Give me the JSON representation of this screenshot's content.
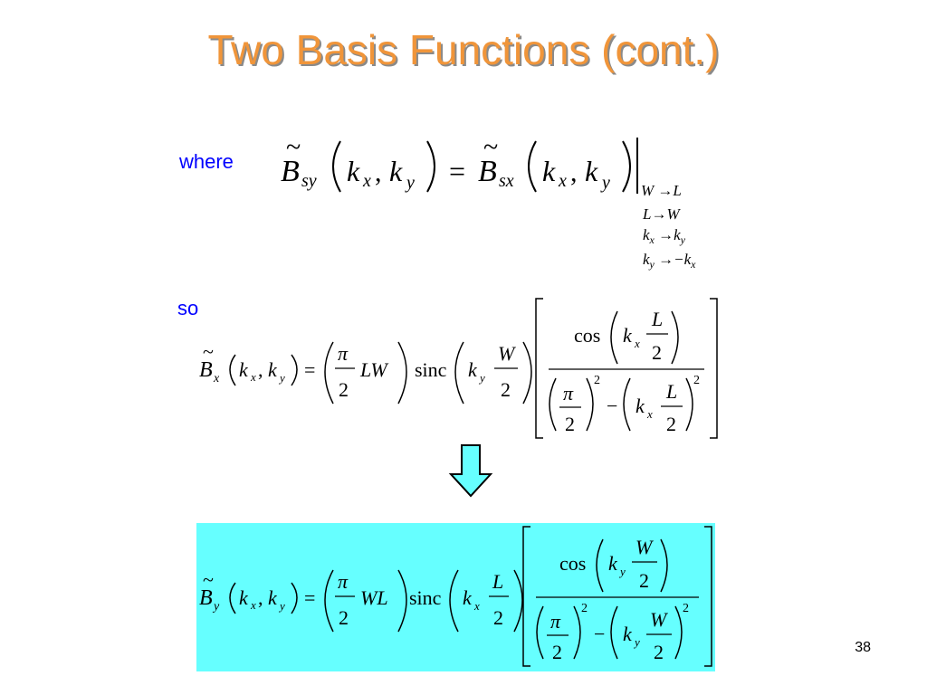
{
  "slide": {
    "title": "Two Basis Functions (cont.)",
    "page_number": "38",
    "label_where": "where",
    "label_so": "so"
  },
  "colors": {
    "title": "#f0953a",
    "labels": "#0000ff",
    "highlight_box": "#66ffff",
    "arrow_fill": "#66ffff"
  },
  "equation1": {
    "B": "B",
    "tilde": "~",
    "sub_sy": "sy",
    "sub_sx": "sx",
    "k": "k",
    "x": "x",
    "y": "y",
    "comma": ",",
    "equals": "=",
    "sub1": "W →L",
    "sub2": "L→W",
    "sub3": "k",
    "sub4": "k"
  },
  "equation2": {
    "lhs_sub": "x",
    "pi": "π",
    "two": "2",
    "LW": "LW",
    "sinc": "sinc",
    "W": "W",
    "cos": "cos",
    "L": "L",
    "minus": "−",
    "sq": "2"
  },
  "equation3": {
    "lhs_sub": "y",
    "WL": "WL",
    "L": "L",
    "W": "W"
  },
  "icons": {
    "arrow": "down-arrow-icon"
  }
}
